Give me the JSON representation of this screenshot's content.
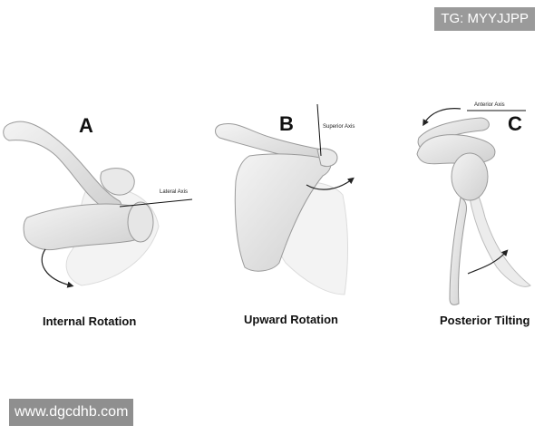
{
  "watermark_top": "TG: MYYJJPP",
  "watermark_bottom": "www.dgcdhb.com",
  "panels": [
    {
      "letter": "A",
      "axis_label": "Lateral Axis",
      "caption": "Internal Rotation"
    },
    {
      "letter": "B",
      "axis_label": "Superior Axis",
      "caption": "Upward Rotation"
    },
    {
      "letter": "C",
      "axis_label": "Anterior Axis",
      "caption": "Posterior Tilting"
    }
  ]
}
